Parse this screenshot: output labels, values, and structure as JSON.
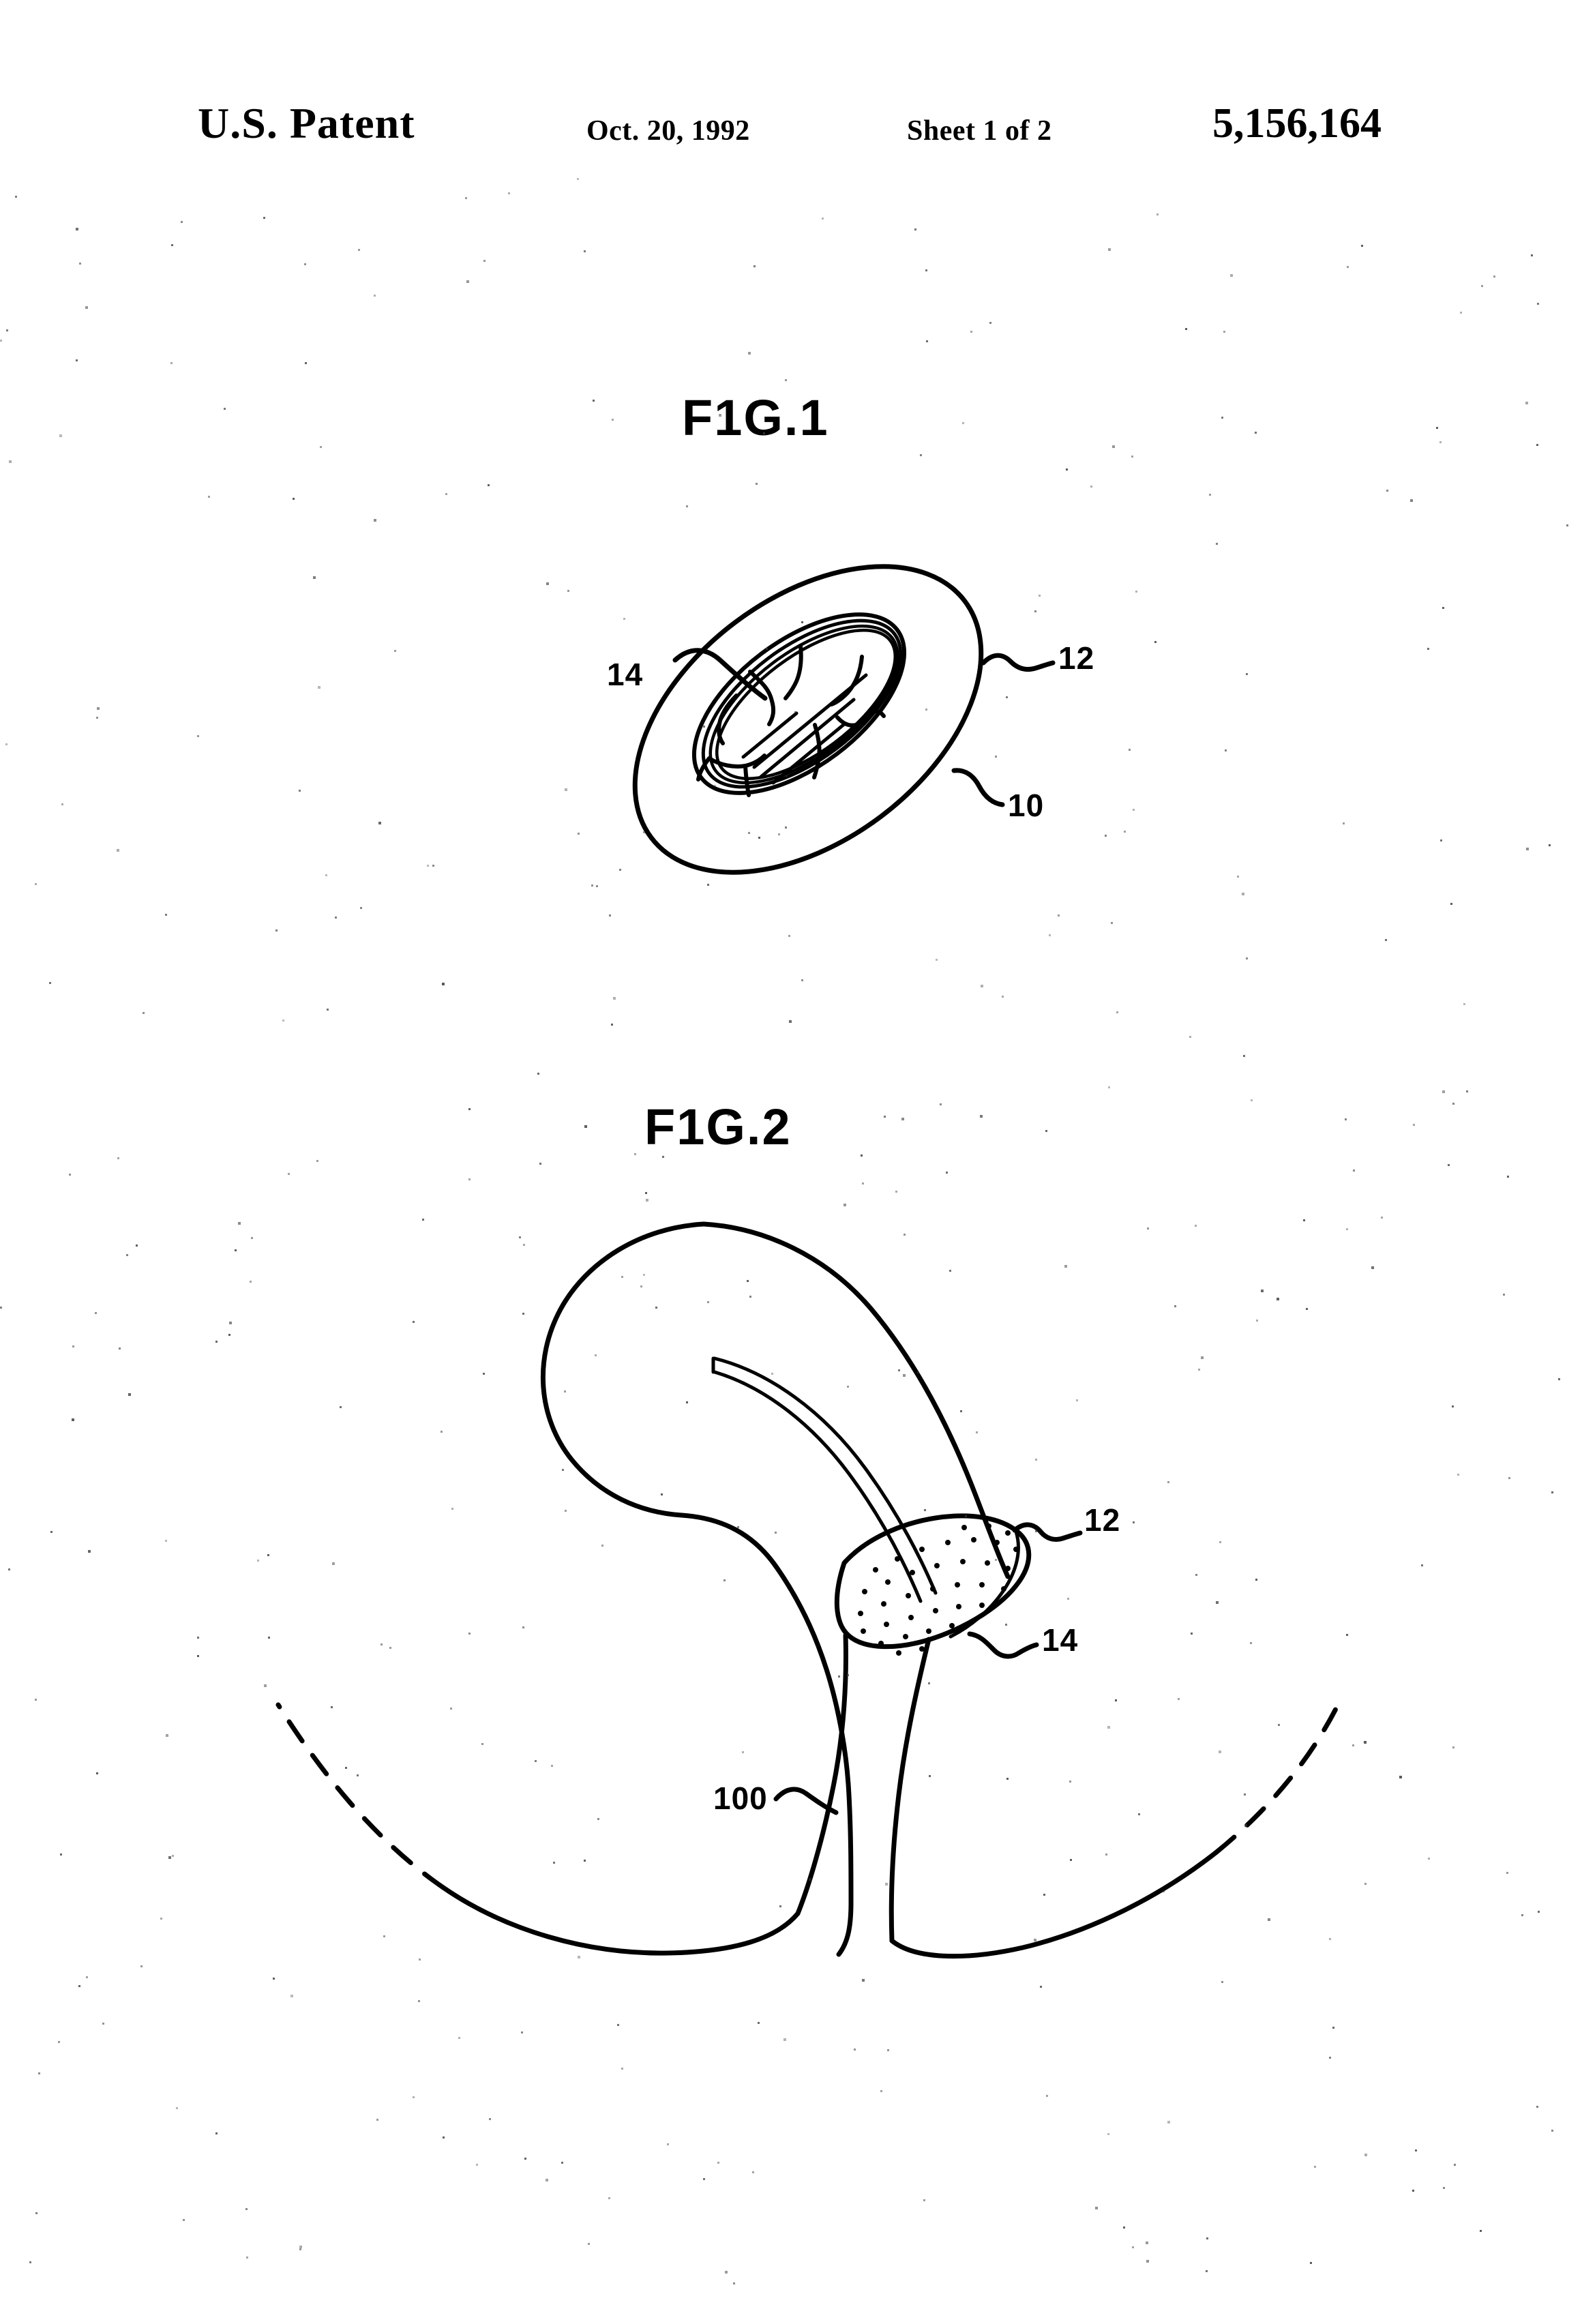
{
  "page": {
    "sheet_background": "#ffffff",
    "ink_color": "#000000"
  },
  "header": {
    "office": "U.S. Patent",
    "date": "Oct. 20, 1992",
    "sheet": "Sheet 1 of 2",
    "patent_number": "5,156,164"
  },
  "figures": [
    {
      "caption": "F1G.1",
      "reference_numerals": [
        {
          "label": "14",
          "position": "left"
        },
        {
          "label": "12",
          "position": "right-upper"
        },
        {
          "label": "10",
          "position": "right-lower"
        }
      ]
    },
    {
      "caption": "F1G.2",
      "reference_numerals": [
        {
          "label": "12",
          "position": "right-upper"
        },
        {
          "label": "14",
          "position": "right-lower"
        },
        {
          "label": "100",
          "position": "left-lower"
        }
      ]
    }
  ],
  "fig1": {
    "caption": "F1G.1",
    "ref_14": "14",
    "ref_12": "12",
    "ref_10": "10"
  },
  "fig2": {
    "caption": "F1G.2",
    "ref_12": "12",
    "ref_14": "14",
    "ref_100": "100"
  }
}
